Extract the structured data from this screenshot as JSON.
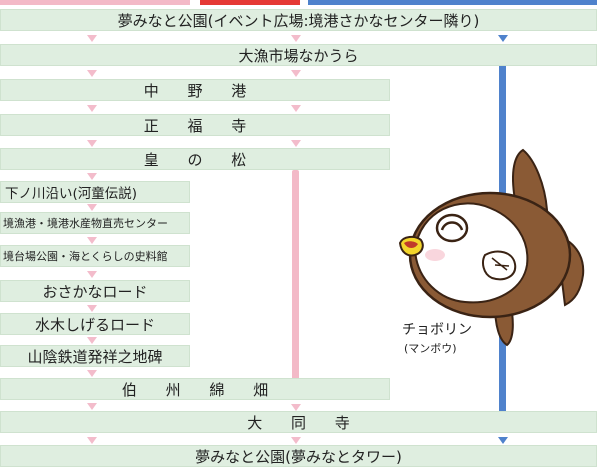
{
  "route_stops": [
    "夢みなと公園(イベント広場:境港さかなセンター隣り)",
    "大漁市場なかうら",
    "中 野 港",
    "正 福 寺",
    "皇 の 松",
    "下ノ川沿い(河童伝説)",
    "境漁港・境港水産物直売センター",
    "境台場公園・海とくらしの史料館",
    "おさかなロード",
    "水木しげるロード",
    "山陰鉄道発祥之地碑",
    "伯 州 綿 畑",
    "大 同 寺",
    "夢みなと公園(夢みなとタワー)"
  ],
  "mascot": {
    "name": "チョボリン",
    "subtitle": "(マンボウ)"
  },
  "colors": {
    "bar_fill": "#dfeee0",
    "pink_route": "#f3b9c7",
    "blue_route": "#4f82cc",
    "red_route": "#e53935"
  },
  "icons": [
    "arrow-down-icon",
    "sunfish-mascot-icon"
  ]
}
